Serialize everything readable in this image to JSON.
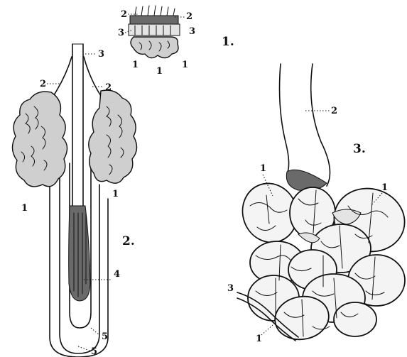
{
  "figures": [
    {
      "number": "1.",
      "labels": [
        "2",
        "2",
        "3",
        "3",
        "1",
        "1",
        "1"
      ]
    },
    {
      "number": "2.",
      "labels": [
        "3",
        "2",
        "2",
        "1",
        "1",
        "4",
        "5",
        "5"
      ]
    },
    {
      "number": "3.",
      "labels": [
        "2",
        "1",
        "1",
        "3",
        "1"
      ]
    }
  ]
}
